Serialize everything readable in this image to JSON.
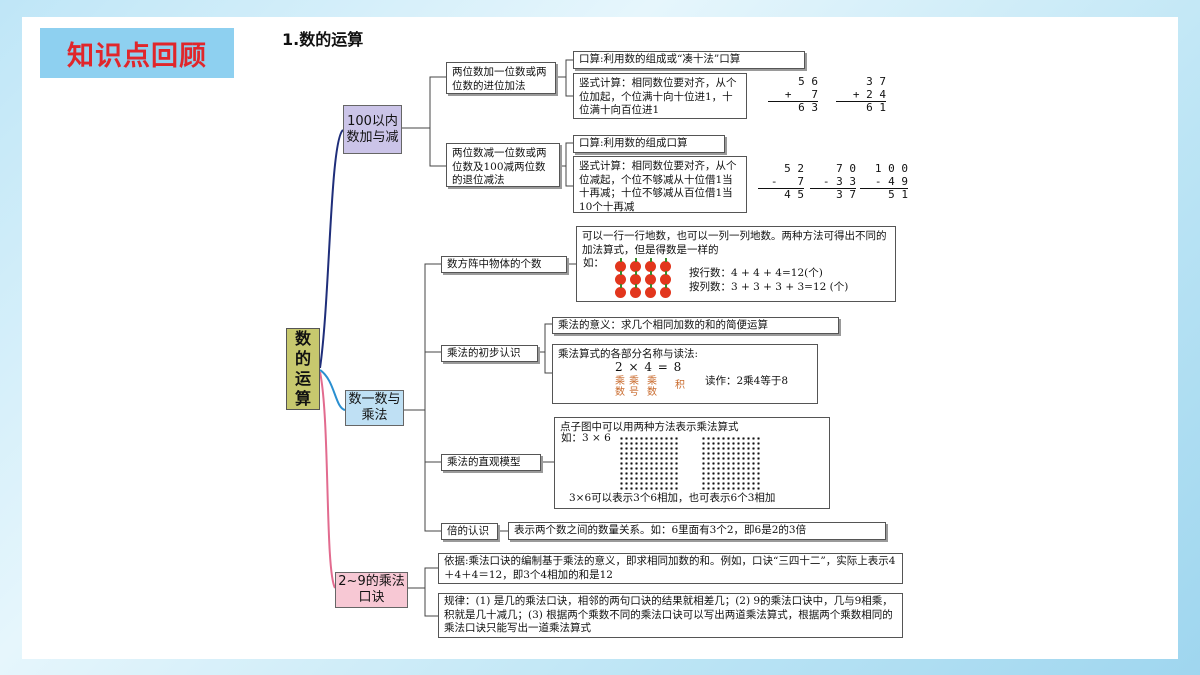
{
  "header": {
    "badge": "知识点回顾",
    "section_title": "1.数的运算"
  },
  "root": {
    "chars": [
      "数",
      "的",
      "运",
      "算"
    ]
  },
  "categories": [
    {
      "label": "100以内数加与减",
      "color": "#cbc4e8"
    },
    {
      "label": "数一数与乘法",
      "color": "#bfe0f4"
    },
    {
      "label": "2~9的乘法口诀",
      "color": "#f7c8d4"
    }
  ],
  "add_sub": {
    "add_branch": "两位数加一位数或两位数的进位加法",
    "add_mental": "口算:利用数的组成或“凑十法”口算",
    "add_written": "竖式计算：相同数位要对齐，从个位加起，个位满十向十位进1，十位满十向百位进1",
    "add_calc1": {
      "line1": "5 6",
      "line2": "+   7",
      "result": "6 3"
    },
    "add_calc2": {
      "line1": "3 7",
      "line2": "+ 2 4",
      "result": "6 1"
    },
    "sub_branch": "两位数减一位数或两位数及100减两位数的退位减法",
    "sub_mental": "口算:利用数的组成口算",
    "sub_written": "竖式计算：相同数位要对齐，从个位减起，个位不够减从十位借1当十再减；十位不够减从百位借1当10个十再减",
    "sub_calc1": {
      "line1": "5 2",
      "line2": "-   7",
      "result": "4 5"
    },
    "sub_calc2": {
      "line1": "7 0",
      "line2": "- 3 3",
      "result": "3 7"
    },
    "sub_calc3": {
      "line1": "1 0 0",
      "line2": "- 4 9",
      "result": "5 1"
    }
  },
  "multiply": {
    "count_branch": "数方阵中物体的个数",
    "count_desc": "可以一行一行地数，也可以一列一列地数。两种方法可得出不同的加法算式，但是得数是一样的",
    "count_example": "如：",
    "count_rows": "按行数：4 + 4 + 4=12(个)",
    "count_cols": "按列数：3 + 3 + 3 + 3=12 (个)",
    "intro_branch": "乘法的初步认识",
    "meaning": "乘法的意义：求几个相同加数的和的简便运算",
    "parts_title": "乘法算式的各部分名称与读法:",
    "formula": "2 × 4 = 8",
    "part_factor1": "乘数",
    "part_sign": "乘号",
    "part_factor2": "乘数",
    "part_product": "积",
    "read_as": "读作：2乘4等于8",
    "model_branch": "乘法的直观模型",
    "model_desc": "点子图中可以用两种方法表示乘法算式",
    "model_example": "如：3 × 6",
    "model_conclusion": "3×6可以表示3个6相加，也可表示6个3相加",
    "times_branch": "倍的认识",
    "times_desc": "表示两个数之间的数量关系。如：6里面有3个2，即6是2的3倍"
  },
  "table": {
    "basis": "依据:乘法口诀的编制基于乘法的意义，即求相同加数的和。例如，口诀“三四十二”，实际上表示4＋4＋4＝12，即3个4相加的和是12",
    "rule": "规律：(1) 是几的乘法口诀，相邻的两句口诀的结果就相差几；(2) 9的乘法口诀中，几与9相乘，积就是几十减几；(3) 根据两个乘数不同的乘法口诀可以写出两道乘法算式，根据两个乘数相同的乘法口诀只能写出一道乘法算式"
  }
}
